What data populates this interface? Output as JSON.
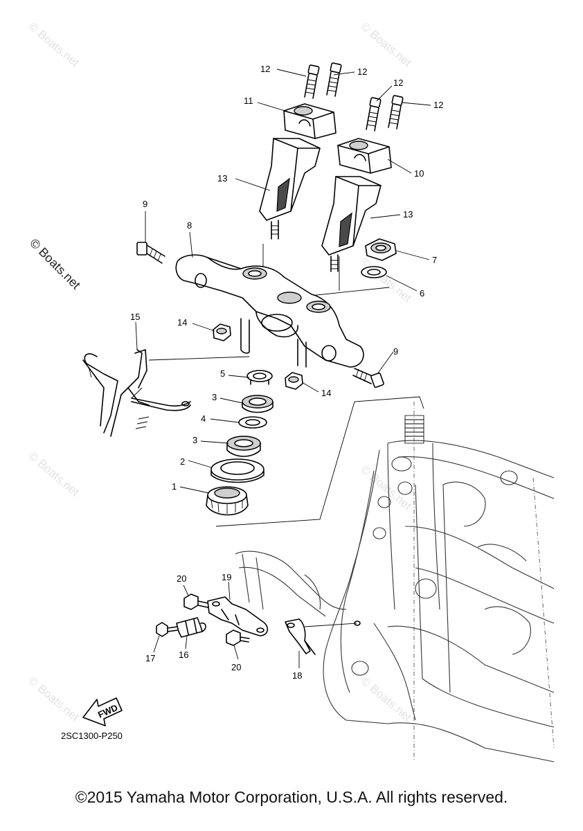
{
  "watermark": {
    "text": "© Boats.net",
    "side_text": "© Boats.net"
  },
  "callouts": {
    "c1": "1",
    "c2": "2",
    "c3a": "3",
    "c3b": "3",
    "c4": "4",
    "c5": "5",
    "c6": "6",
    "c7": "7",
    "c8": "8",
    "c9a": "9",
    "c9b": "9",
    "c10": "10",
    "c11": "11",
    "c12a": "12",
    "c12b": "12",
    "c12c": "12",
    "c12d": "12",
    "c13a": "13",
    "c13b": "13",
    "c14a": "14",
    "c14b": "14",
    "c15": "15",
    "c16": "16",
    "c17": "17",
    "c18": "18",
    "c19": "19",
    "c20a": "20",
    "c20b": "20"
  },
  "fwd_label": "FWD",
  "figure_code": "2SC1300-P250",
  "copyright": "©2015 Yamaha Motor Corporation, U.S.A. All rights reserved."
}
